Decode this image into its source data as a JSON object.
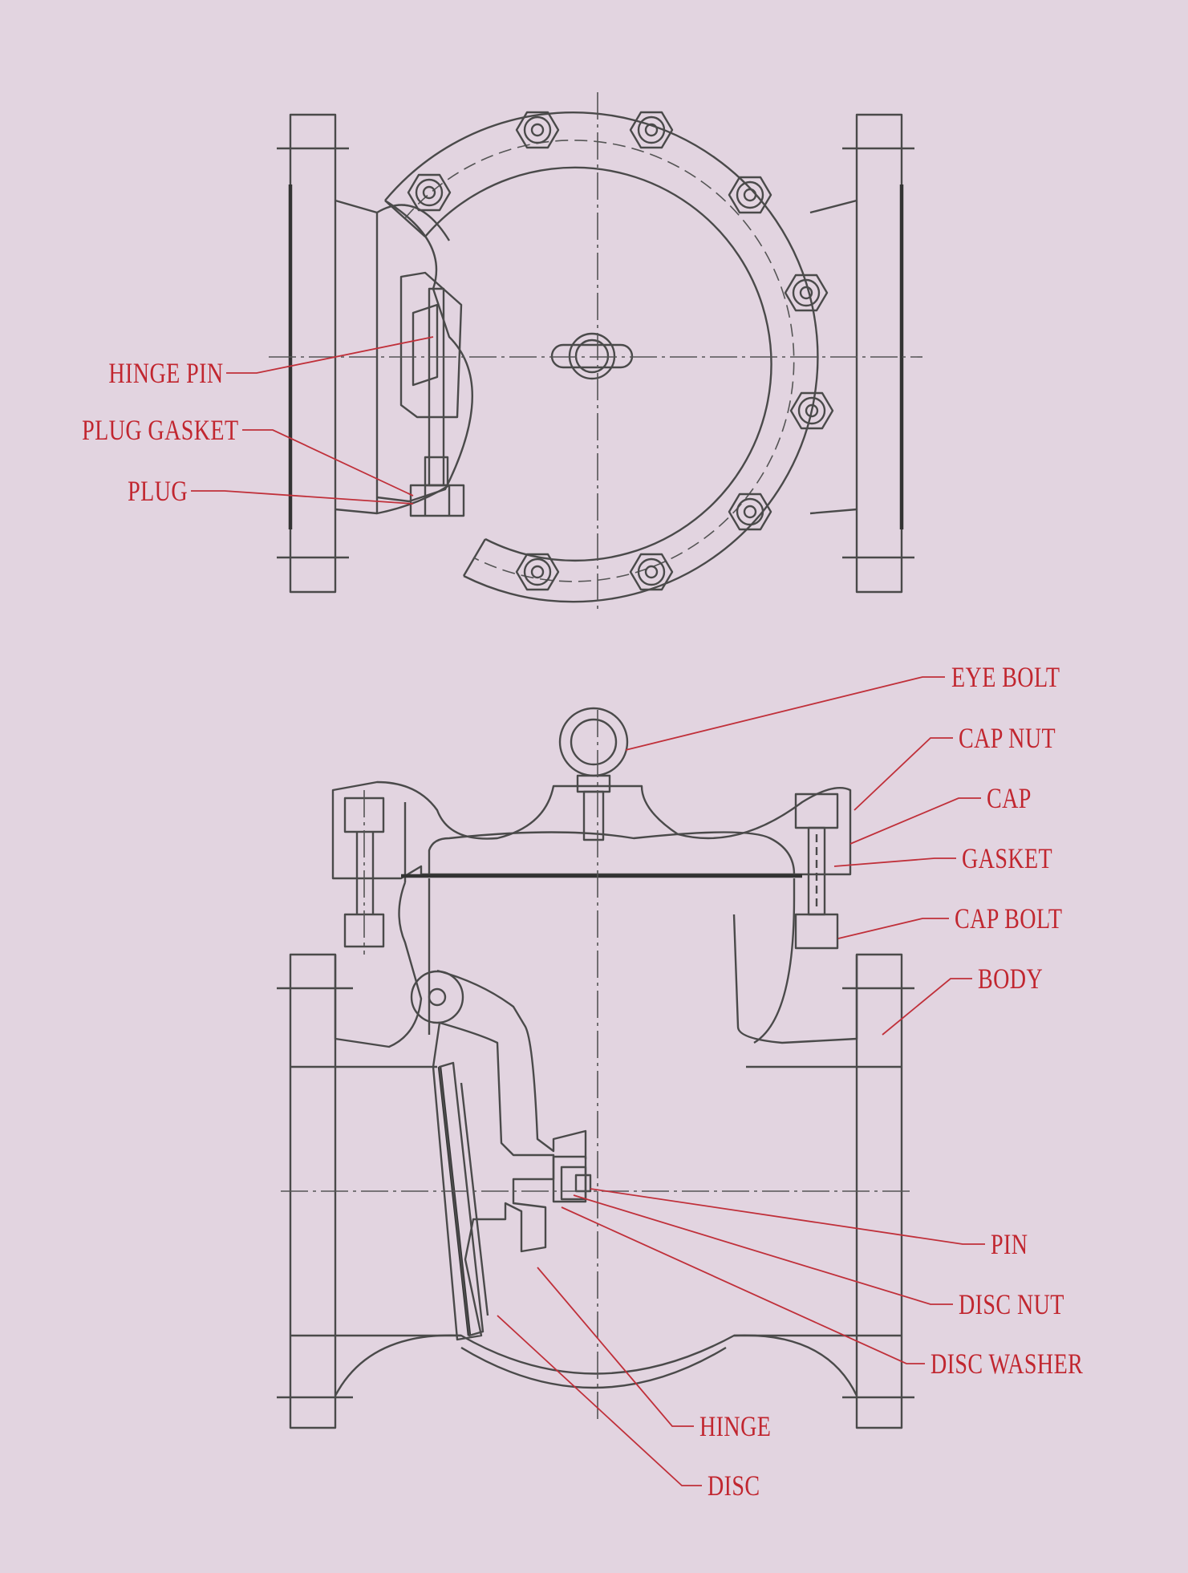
{
  "colors": {
    "background": "#e2d4e0",
    "line": "#4a4a4a",
    "label": "#c1262f",
    "leader": "#c0303a"
  },
  "labels": {
    "hinge_pin": "HINGE PIN",
    "plug_gasket": "PLUG GASKET",
    "plug": "PLUG",
    "eye_bolt": "EYE BOLT",
    "cap_nut": "CAP NUT",
    "cap": "CAP",
    "gasket": "GASKET",
    "cap_bolt": "CAP BOLT",
    "body": "BODY",
    "pin": "PIN",
    "disc_nut": "DISC NUT",
    "disc_washer": "DISC WASHER",
    "hinge": "HINGE",
    "disc": "DISC"
  }
}
